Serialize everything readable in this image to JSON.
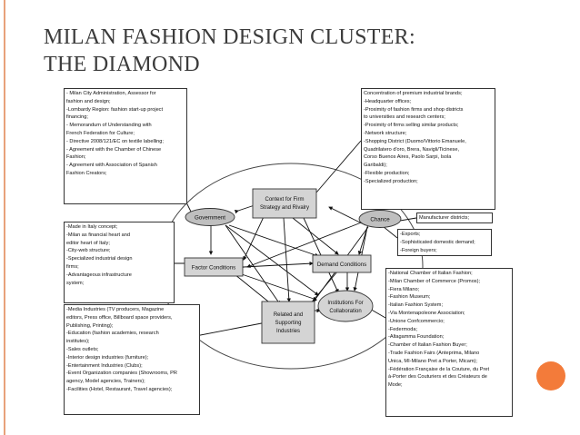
{
  "title": {
    "line1": "MILAN FASHION DESIGN CLUSTER:",
    "line2": "THE DIAMOND"
  },
  "nodes": {
    "government": "Government",
    "chance": "Chance",
    "firm_strategy_1": "Context for Firm",
    "firm_strategy_2": "Strategy and Rivalry",
    "factor_conditions": "Factor Conditions",
    "demand_conditions": "Demand Conditions",
    "related_1": "Related and",
    "related_2": "Supporting",
    "related_3": "Industries",
    "institutions_1": "Institutions For",
    "institutions_2": "Collaboration"
  },
  "boxes": {
    "government": [
      "- Milan City Administration, Assessor for",
      "fashion and design;",
      "-Lombardy Region: fashion start-up project",
      "financing;",
      "- Memorandum of Understanding with",
      "French Federation for Culture;",
      "- Directive 2008/121/EC on textile labelling;",
      "- Agreement with the Chamber of Chinese",
      "Fashion;",
      "- Agreement with Association of Spanish",
      "Fashion Creators;"
    ],
    "factor": [
      "-Made in Italy concept;",
      "-Milan as financial heart and",
      "editor heart of Italy;",
      "-City-web structure;",
      "-Specialized industrial design",
      "firms;",
      "-Advantageous infrastructure",
      "system;"
    ],
    "related": [
      "-Media Industries (TV producers, Magazine",
      "editors, Press office, Billboard space providers,",
      "Publishing, Printing);",
      "-Education (fashion academies, research",
      "institutes);",
      "-Sales outlets;",
      "-Interior design industries (furniture);",
      "-Entertainment Industries (Clubs);",
      "-Event Organization companies (Showrooms, PR",
      "agency, Model agencies, Trainers);",
      "-Facilities (Hotel, Restaurant, Travel agencies);"
    ],
    "firm": [
      "Concentration of premium industrial brands;",
      "-Headquarter offices;",
      "-Proximity of fashion firms and shop districts",
      "to universities and research centers;",
      "-Proximity of firms selling similar products;",
      "-Network structure;",
      "-Shopping District (Duomo/Vittorio Emanuele,",
      "Quadrilatero d'oro, Brera, Navigli/Ticinese,",
      "Corso Buenos Aires, Paolo Sarpi, Isola",
      "Garibaldi);",
      "-Flexible production;",
      "-Specialized production;"
    ],
    "chance": [
      "Manufacturer districts;"
    ],
    "demand": [
      "-Exports;",
      "-Sophisticated domestic demand;",
      "-Foreign buyers;"
    ],
    "institutions": [
      "-National Chamber of Italian Fashion;",
      "-Milan Chamber of Commerce (Promos);",
      "-Fiera Milano;",
      "-Fashion Museum;",
      "-Italian Fashion System;",
      "-Via Montenapoleone Association;",
      "-Unione Confcommercio;",
      "-Federmoda;",
      "-Altagamma Foundation;",
      "-Chamber of Italian Fashion Buyer;",
      "-Trade Fashion Fairs (Anteprima, Milano",
      "Unica, MI-Milano Pret a Porter, Micam);",
      "-Fédération Française de la Couture, du Pret",
      "à-Porter des Couturiers et des Créateurs de",
      "Mode;"
    ]
  }
}
